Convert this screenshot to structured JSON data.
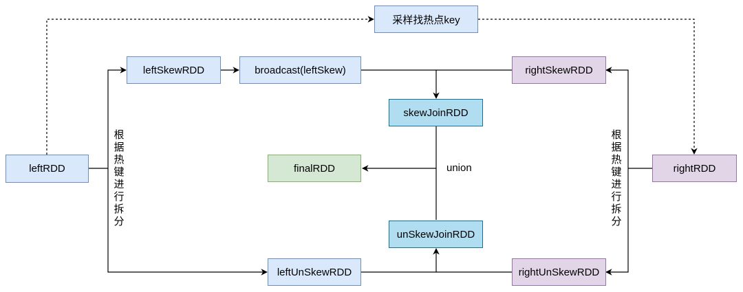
{
  "nodes": {
    "sample": "采样找热点key",
    "left_rdd": "leftRDD",
    "left_skew_rdd": "leftSkewRDD",
    "broadcast": "broadcast(leftSkew)",
    "right_skew_rdd": "rightSkewRDD",
    "skew_join_rdd": "skewJoinRDD",
    "final_rdd": "finalRDD",
    "right_rdd": "rightRDD",
    "un_skew_join_rdd": "unSkewJoinRDD",
    "left_un_skew_rdd": "leftUnSkewRDD",
    "right_un_skew_rdd": "rightUnSkewRDD"
  },
  "edge_labels": {
    "split_left": "根据热键进行拆分",
    "split_right": "根据热键进行拆分",
    "union": "union"
  },
  "colors": {
    "blue_fill": "#dae8fc",
    "blue_stroke": "#6c8ebf",
    "purple_fill": "#e1d5e7",
    "purple_stroke": "#9673a6",
    "green_fill": "#d5e8d4",
    "green_stroke": "#82b366",
    "cyan_fill": "#b1ddf0",
    "cyan_stroke": "#10739e",
    "edge": "#000000"
  }
}
